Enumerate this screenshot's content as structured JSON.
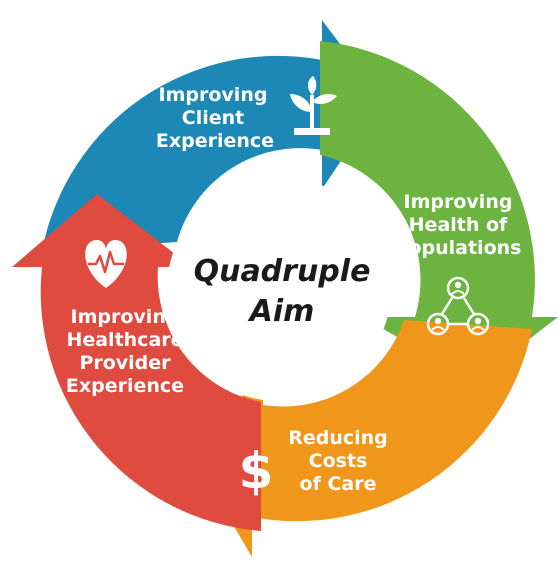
{
  "center": {
    "line1": "Quadruple",
    "line2": "Aim"
  },
  "segments": [
    {
      "id": "client",
      "lines": [
        "Improving",
        "Client",
        "Experience"
      ],
      "color": "#1d87b5",
      "icon": "sprout-icon"
    },
    {
      "id": "health",
      "lines": [
        "Improving",
        "Health of",
        "Populations"
      ],
      "color": "#6db33f",
      "icon": "population-network-icon"
    },
    {
      "id": "costs",
      "lines": [
        "Reducing",
        "Costs",
        "of Care"
      ],
      "color": "#f0961a",
      "icon": "dollar-icon"
    },
    {
      "id": "provider",
      "lines": [
        "Improving",
        "Healthcare",
        "Provider",
        "Experience"
      ],
      "color": "#e04b3f",
      "icon": "heart-pulse-icon"
    }
  ],
  "icons": {
    "dollar_symbol": "$"
  }
}
